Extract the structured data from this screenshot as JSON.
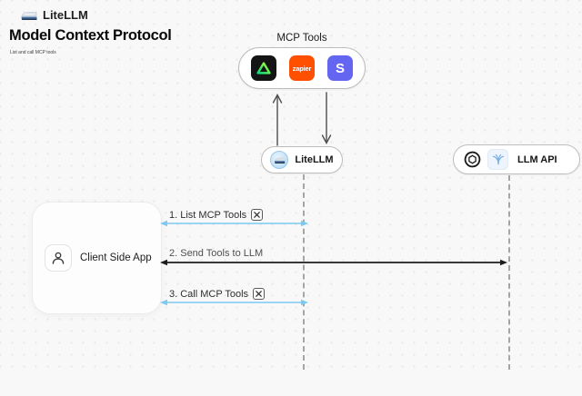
{
  "brand": {
    "name": "LiteLLM"
  },
  "header": {
    "title": "Model Context Protocol",
    "subtitle": "List and call MCP tools"
  },
  "mcp_tools": {
    "label": "MCP Tools",
    "zapier_label": "zapier",
    "s_label": "S",
    "icons": [
      "triangle-logo-icon",
      "zapier-icon",
      "s-logo-icon"
    ]
  },
  "nodes": {
    "litellm": {
      "label": "LiteLLM"
    },
    "llm_api": {
      "label": "LLM API"
    },
    "client": {
      "label": "Client Side App"
    }
  },
  "sequence": {
    "step1": {
      "label": "1. List MCP Tools",
      "has_tool_icon": true,
      "arrow_color": "#7cc9f1"
    },
    "step2": {
      "label": "2. Send Tools to LLM",
      "has_tool_icon": false,
      "arrow_color": "#1d1d1d"
    },
    "step3": {
      "label": "3. Call MCP Tools",
      "has_tool_icon": true,
      "arrow_color": "#7cc9f1"
    }
  },
  "colors": {
    "background": "#f8f8f8",
    "arrow_blue": "#7cc9f1",
    "arrow_dark": "#1d1d1d",
    "zapier_orange": "#ff4f00",
    "s_purple": "#6466f1",
    "triangle_box_black": "#141414",
    "triangle_green": "#00e07f",
    "pill_border": "#bdbdbd",
    "lifeline_gray": "#a5a5a5"
  }
}
